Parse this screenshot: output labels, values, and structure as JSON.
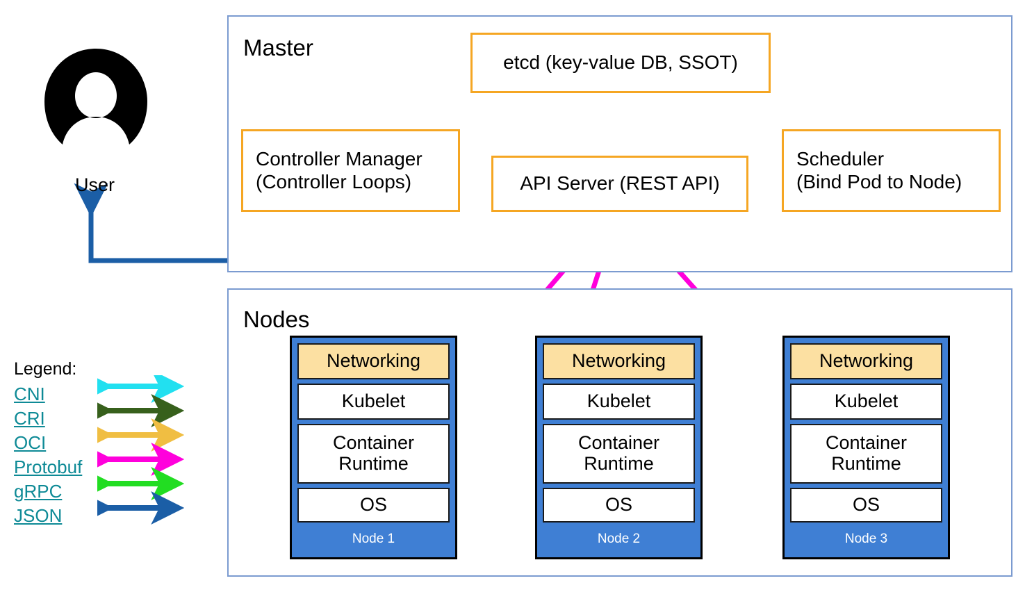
{
  "diagram": {
    "title_hidden": "Kubernetes cluster architecture",
    "groups": [
      {
        "id": "master",
        "label": "Master"
      },
      {
        "id": "nodes",
        "label": "Nodes"
      }
    ],
    "master_components": [
      {
        "id": "etcd",
        "label": "etcd (key-value DB, SSOT)"
      },
      {
        "id": "controller-manager",
        "line1": "Controller Manager",
        "line2": "(Controller Loops)"
      },
      {
        "id": "api-server",
        "label": "API Server (REST API)"
      },
      {
        "id": "scheduler",
        "line1": "Scheduler",
        "line2": "(Bind Pod to Node)"
      }
    ],
    "node_layer_labels": {
      "networking": "Networking",
      "kubelet": "Kubelet",
      "container_runtime_line1": "Container",
      "container_runtime_line2": "Runtime",
      "os": "OS"
    },
    "nodes": [
      {
        "id": "node-1",
        "name": "Node 1"
      },
      {
        "id": "node-2",
        "name": "Node 2"
      },
      {
        "id": "node-3",
        "name": "Node 3"
      }
    ],
    "actor": {
      "id": "user",
      "label": "User",
      "icon": "user-avatar-icon"
    },
    "legend": {
      "title": "Legend:",
      "entries": [
        {
          "label": "CNI",
          "color": "#22E0F0"
        },
        {
          "label": "CRI",
          "color": "#37601C"
        },
        {
          "label": "OCI",
          "color": "#F0BE42"
        },
        {
          "label": "Protobuf",
          "color": "#FF00DC"
        },
        {
          "label": "gRPC",
          "color": "#22DD22"
        },
        {
          "label": "JSON",
          "color": "#1B5EA6"
        }
      ]
    },
    "colors": {
      "group_border": "#7B9BD0",
      "master_box_border": "#F5A623",
      "node_fill": "#3F7FD4",
      "networking_fill": "#FCE0A2",
      "legend_link": "#0E8A96",
      "cni": "#22E0F0",
      "cri": "#37601C",
      "oci": "#F0BE42",
      "protobuf": "#FF00DC",
      "grpc": "#22DD22",
      "json": "#1B5EA6"
    }
  }
}
